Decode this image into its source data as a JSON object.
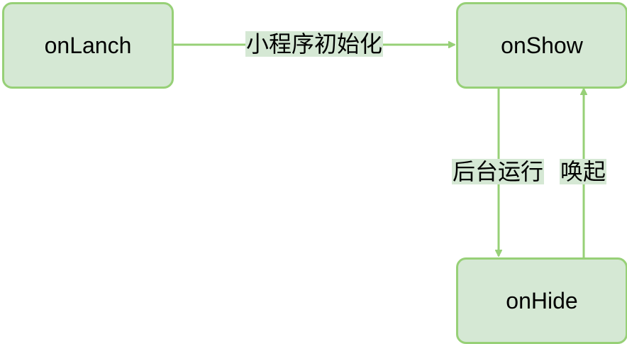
{
  "nodes": {
    "onlaunch": "onLanch",
    "onshow": "onShow",
    "onhide": "onHide"
  },
  "edges": {
    "init": "小程序初始化",
    "background": "后台运行",
    "wake": "唤起"
  },
  "colors": {
    "fill": "#d5e8d4",
    "stroke": "#97d077"
  }
}
